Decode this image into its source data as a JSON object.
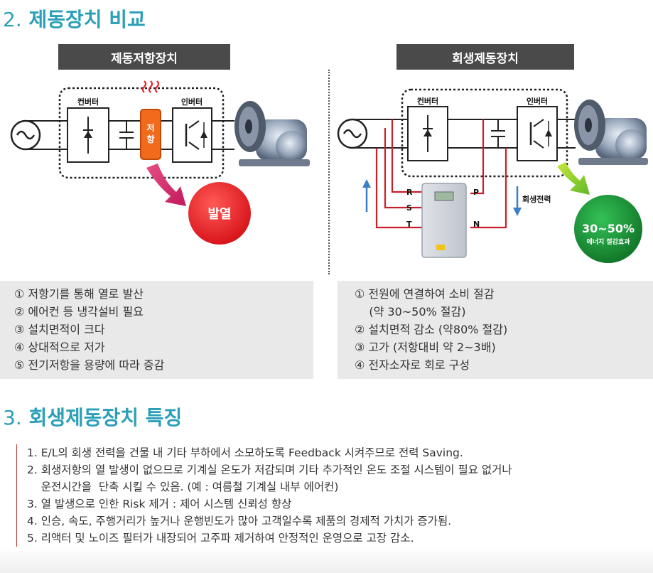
{
  "section2": {
    "number": "2.",
    "title": "제동장치 비교"
  },
  "left": {
    "header": "제동저항장치",
    "converter": "컨버터",
    "inverter": "인버터",
    "resistor": "저\n항",
    "heat": "발열",
    "list": [
      "① 저항기를 통해 열로 발산",
      "② 에어컨 등 냉각설비 필요",
      "③ 설치면적이 크다",
      "④ 상대적으로 저가",
      "⑤ 전기저항을 용량에 따라 증감"
    ]
  },
  "right": {
    "header": "회생제동장치",
    "converter": "컨버터",
    "inverter": "인버터",
    "regen_power": "회생전력",
    "r": "R",
    "s": "S",
    "t": "T",
    "p": "P",
    "n": "N",
    "saving_value": "30~50%",
    "saving_label": "에너지 절감효과",
    "list": [
      "① 전원에 연결하여 소비 절감",
      "    (약 30~50% 절감)",
      "② 설치면적 감소 (약80% 절감)",
      "③ 고가 (저항대비 약 2~3배)",
      "④ 전자소자로 회로 구성"
    ]
  },
  "section3": {
    "number": "3.",
    "title": "회생제동장치 특징"
  },
  "features": [
    "1. E/L의 회생 전력을 건물 내 기타 부하에서 소모하도록 Feedback 시켜주므로 전력 Saving.",
    "2. 회생저항의 열 발생이 없으므로 기계실 온도가 저감되며 기타 추가적인 온도 조절 시스템이 필요 없거나",
    "    운전시간을  단축 시킬 수 있음. (예 : 여름철 기계실 내부 에어컨)",
    "3. 열 발생으로 인한 Risk 제거 : 제어 시스템 신뢰성 향상",
    "4. 인승, 속도, 주행거리가 높거나 운행빈도가 많아  고객일수록  제품의  경제적 가치가 증가됨.",
    "5. 리액터 및 노이즈 필터가 내장되어 고주파 제거하여 안정적인 운영으로 고장 감소."
  ],
  "colors": {
    "title": "#2a9fb8",
    "header_bg": "#4a4a4a",
    "heat": "#e8242a",
    "resistor": "#f26a1b",
    "saving": "#1f9a3c",
    "wire": "#c8202a",
    "arrow_blue": "#3b7fc4"
  }
}
